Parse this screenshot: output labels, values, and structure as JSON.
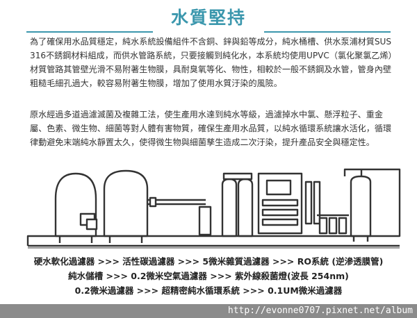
{
  "title": "水質堅持",
  "paragraphs": [
    "為了確保用水品質穩定，純水系統設備組件不含銅、鋅與鉛等成分，純水桶槽、供水泵浦材質SUS316不銹鋼材料組成，而供水管路系統，只要接觸到純化水，本系統均使用UPVC（氯化聚氯乙烯）材質管路其管壁光滑不易附著生物膜，具耐臭氧等化、物性，相較於一般不銹鋼及水管，管身內壁粗糙毛細孔過大，較容易附著生物膜，增加了使用水質汙染的風險。",
    "原水經過多道過濾滅菌及複雜工法，使生產用水達到純水等級，過濾掉水中氯、懸浮粒子、重金屬、色素、微生物、細菌等對人體有害物質，確保生產用水品質，以純水循環系統讓水活化，循環律動避免末端純水靜置太久，使得微生物與細菌孳生造成二次汙染，提升產品安全與穩定性。"
  ],
  "captions": [
    "硬水軟化過濾器 >>> 活性碳過濾器 >>> 5微米雜質過濾器 >>> RO系統 (逆滲透膜管)",
    "純水儲槽 >>> 0.2微米空氣過濾器 >>> 紫外線殺菌燈(波長 254nm)",
    "0.2微米過濾器 >>> 超精密純水循環系統 >>> 0.1UM微米過濾器"
  ],
  "watermark": "http://evonne0707.pixnet.net/album",
  "colors": {
    "accent": "#3b97ad",
    "line": "#333333",
    "tank_fill": "#ffffff"
  }
}
